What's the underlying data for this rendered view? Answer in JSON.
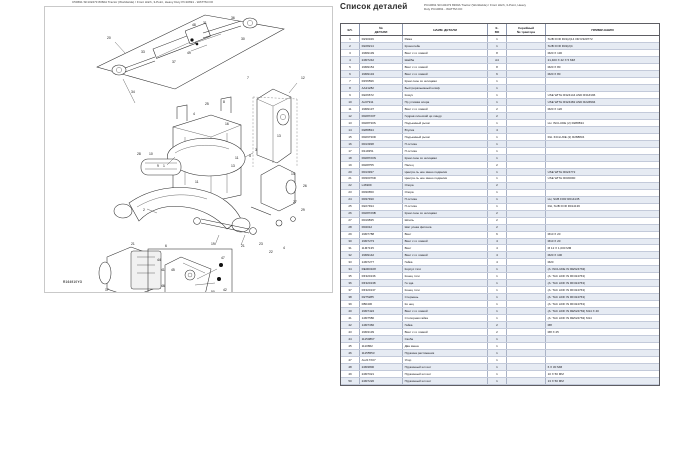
{
  "document": {
    "top_caption": "C50691 SF132473 8360A Tractor (Worldwide) / Front Hitch, 3-Point, Heavy Duty PC10691 - WATTM.OO",
    "drawing_code": "R164910YO"
  },
  "parts_list": {
    "title": "Список деталей",
    "subtitle_line1": "PC10691 SF132473 8360A Tractor (Worldwide) / Front Hitch, 3-Point, Heavy",
    "subtitle_line2": "Duty PC10691 - WATTM.OO",
    "columns": [
      {
        "key": "kl",
        "label_line1": "КЛ.",
        "label_line2": ""
      },
      {
        "key": "num",
        "label_line1": "№",
        "label_line2": "ДЕТАЛИ"
      },
      {
        "key": "name",
        "label_line1": "НАИМ. ДЕТАЛИ",
        "label_line2": ""
      },
      {
        "key": "qty",
        "label_line1": "К-",
        "label_line2": "ВО"
      },
      {
        "key": "ser",
        "label_line1": "Серийный",
        "label_line2": "№ трактора"
      },
      {
        "key": "rem",
        "label_line1": "ПРИМЕЧАНИЯ",
        "label_line2": ""
      }
    ],
    "rows": [
      {
        "kl": "1",
        "num": "R230349",
        "name": "Рама",
        "qty": "1",
        "ser": "",
        "rem": "SUB FOR R31(2)14 OR R32#772"
      },
      {
        "kl": "2",
        "num": "R228214",
        "name": "Кронштейн",
        "qty": "1",
        "ser": "",
        "rem": "SUB FOR R32(2)4"
      },
      {
        "kl": "3",
        "num": "19M9139",
        "name": "Винт с го ловкой",
        "qty": "8",
        "ser": "",
        "rem": "M20 X 130"
      },
      {
        "kl": "4",
        "num": "24M7242",
        "name": "Шайба",
        "qty": "А4",
        "ser": "",
        "rem": "21,400 X 42 X 5 MM"
      },
      {
        "kl": "5",
        "num": "19M9154",
        "name": "Винт с го ловкой",
        "qty": "8",
        "ser": "",
        "rem": "M20 X 80"
      },
      {
        "kl": "6",
        "num": "19M9134",
        "name": "Винт с го ловкой",
        "qty": "6",
        "ser": "",
        "rem": "M20 X 80"
      },
      {
        "kl": "7",
        "num": "R156596",
        "name": "Крем сное со шлицами",
        "qty": "1",
        "ser": "",
        "rem": ""
      },
      {
        "kl": "8",
        "num": "AA21282",
        "name": "Быстроразъемный\nшлиф",
        "qty": "1",
        "ser": "",
        "rem": ""
      },
      {
        "kl": "9",
        "num": "R226672",
        "name": "Кожух",
        "qty": "1",
        "ser": "",
        "rem": "USE WITH R324144 AND R31#196"
      },
      {
        "kl": "10",
        "num": "AL67911",
        "name": "Пр угловая опора",
        "qty": "1",
        "ser": "",
        "rem": "USE WITH R324482 AND R22#994"
      },
      {
        "kl": "11",
        "num": "19M9137",
        "name": "Винт с го ловкой",
        "qty": "2",
        "ser": "",
        "rem": "M20 X 120"
      },
      {
        "kl": "12",
        "num": "R028720T",
        "name": "Гидрав лический ци линдр",
        "qty": "2",
        "ser": "",
        "rem": ""
      },
      {
        "kl": "13",
        "num": "R028730S",
        "name": "Подъемный рычаг",
        "qty": "1",
        "ser": "",
        "rem": "LH. INCLUDE (2) R288834"
      },
      {
        "kl": "14",
        "num": "R288834",
        "name": "Втулка",
        "qty": "4",
        "ser": "",
        "rem": ""
      },
      {
        "kl": "15",
        "num": "R029730D",
        "name": "Подъемный рычаг",
        "qty": "1",
        "ser": "",
        "rem": "RH. INCLUDE (2) R288834"
      },
      {
        "kl": "16",
        "num": "R013938",
        "name": "П остика",
        "qty": "1",
        "ser": "",
        "rem": ""
      },
      {
        "kl": "17",
        "num": "R119351",
        "name": "П остика",
        "qty": "1",
        "ser": "",
        "rem": ""
      },
      {
        "kl": "18",
        "num": "R028720N",
        "name": "Крем сное со шлицами",
        "qty": "1",
        "ser": "",
        "rem": ""
      },
      {
        "kl": "19",
        "num": "R028755",
        "name": "Палец",
        "qty": "2",
        "ser": "",
        "rem": ""
      },
      {
        "kl": "20",
        "num": "R013937",
        "name": "Центра ль ное звено подвески",
        "qty": "1",
        "ser": "",
        "rem": "USE WITH R024772"
      },
      {
        "kl": "21",
        "num": "R030076D",
        "name": "Центра ль ное звено подвески",
        "qty": "1",
        "ser": "",
        "rem": "USE WITH R030090"
      },
      {
        "kl": "22",
        "num": "L46909",
        "name": "Опора",
        "qty": "2",
        "ser": "",
        "rem": ""
      },
      {
        "kl": "23",
        "num": "R030650",
        "name": "Опора",
        "qty": "1",
        "ser": "",
        "rem": ""
      },
      {
        "kl": "24",
        "num": "R037490",
        "name": "П остика",
        "qty": "1",
        "ser": "",
        "rem": "LH, SUB FOR R014135"
      },
      {
        "kl": "25",
        "num": "R227494",
        "name": "П остика",
        "qty": "1",
        "ser": "",
        "rem": "RH, SUB FOR R014136"
      },
      {
        "kl": "26",
        "num": "R028729B",
        "name": "Крем сное со шлицами",
        "qty": "2",
        "ser": "",
        "rem": ""
      },
      {
        "kl": "27",
        "num": "R019835",
        "name": "Шпиль",
        "qty": "2",
        "ser": "",
        "rem": ""
      },
      {
        "kl": "28",
        "num": "R04012",
        "name": "Шат усная фитинга",
        "qty": "2",
        "ser": "",
        "rem": ""
      },
      {
        "kl": "29",
        "num": "19M7788",
        "name": "Винт",
        "qty": "6",
        "ser": "",
        "rem": "M10 X 20"
      },
      {
        "kl": "30",
        "num": "19M7273",
        "name": "Винт с го ловкой",
        "qty": "4",
        "ser": "",
        "rem": "M10 X 20"
      },
      {
        "kl": "31",
        "num": "11M7135",
        "name": "Винт",
        "qty": "4",
        "ser": "",
        "rem": "M 12 X 1,000 MM"
      },
      {
        "kl": "32",
        "num": "19M9142",
        "name": "Винт с го ловкой",
        "qty": "4",
        "ser": "",
        "rem": "M20 X 100"
      },
      {
        "kl": "33",
        "num": "14M7277",
        "name": "Гайка",
        "qty": "4",
        "ser": "",
        "rem": "M20"
      },
      {
        "kl": "34",
        "num": "RE000108",
        "name": "Корпус тяги",
        "qty": "1",
        "ser": "",
        "rem": "(A: INCLUDE IN RE524763)"
      },
      {
        "kl": "35",
        "num": "RF320136",
        "name": "Конец тяги",
        "qty": "1",
        "ser": "",
        "rem": "(A: TAC LIDF IN RF324763)"
      },
      {
        "kl": "36",
        "num": "RF320138",
        "name": "Гн зда",
        "qty": "1",
        "ser": "",
        "rem": "(A: TAC LIDF IN RF324763)"
      },
      {
        "kl": "37",
        "num": "RF320137",
        "name": "Конец тяги",
        "qty": "1",
        "ser": "",
        "rem": "(A: TAC LIDF IN RF324763)"
      },
      {
        "kl": "38",
        "num": "R275285",
        "name": "Стержень",
        "qty": "1",
        "ser": "",
        "rem": "(A: TAC LIDF IN RF324763)"
      },
      {
        "kl": "39",
        "num": "R80406",
        "name": "Ко нец",
        "qty": "1",
        "ser": "",
        "rem": "(A: TAC LIDF IN RF324763)"
      },
      {
        "kl": "40",
        "num": "19M7424",
        "name": "Винт с го ловкой",
        "qty": "1",
        "ser": "",
        "rem": "(A: TAC LIDF IN RE524763) M14 X 40"
      },
      {
        "kl": "41",
        "num": "14M7580",
        "name": "Стопорная гайка",
        "qty": "1",
        "ser": "",
        "rem": "(A: TAC LIDF IN RE524763) M14"
      },
      {
        "kl": "42",
        "num": "14M7366",
        "name": "Гайка",
        "qty": "2",
        "ser": "",
        "rem": "M8"
      },
      {
        "kl": "43",
        "num": "19M3139",
        "name": "Винт с го ловкой",
        "qty": "2",
        "ser": "",
        "rem": "M8 X 45"
      },
      {
        "kl": "44",
        "num": "11150867",
        "name": "Скоба",
        "qty": "1",
        "ser": "",
        "rem": ""
      },
      {
        "kl": "45",
        "num": "1110862",
        "name": "Два звена",
        "qty": "1",
        "ser": "",
        "rem": ""
      },
      {
        "kl": "46",
        "num": "11155553",
        "name": "Пружина растяжения",
        "qty": "1",
        "ser": "",
        "rem": ""
      },
      {
        "kl": "47",
        "num": "AL217X07",
        "name": "Упор",
        "qty": "1",
        "ser": "",
        "rem": ""
      },
      {
        "kl": "48",
        "num": "24M3800",
        "name": "Пружинный шп инт",
        "qty": "1",
        "ser": "",
        "rem": "6 X 30 MM"
      },
      {
        "kl": "49",
        "num": "24M7021",
        "name": "Пружинный шп инт",
        "qty": "1",
        "ser": "",
        "rem": "10 X 50 MM"
      },
      {
        "kl": "50",
        "num": "24M7220",
        "name": "Пружинный шп инт",
        "qty": "1",
        "ser": "",
        "rem": "13 X 50 MM"
      }
    ]
  }
}
